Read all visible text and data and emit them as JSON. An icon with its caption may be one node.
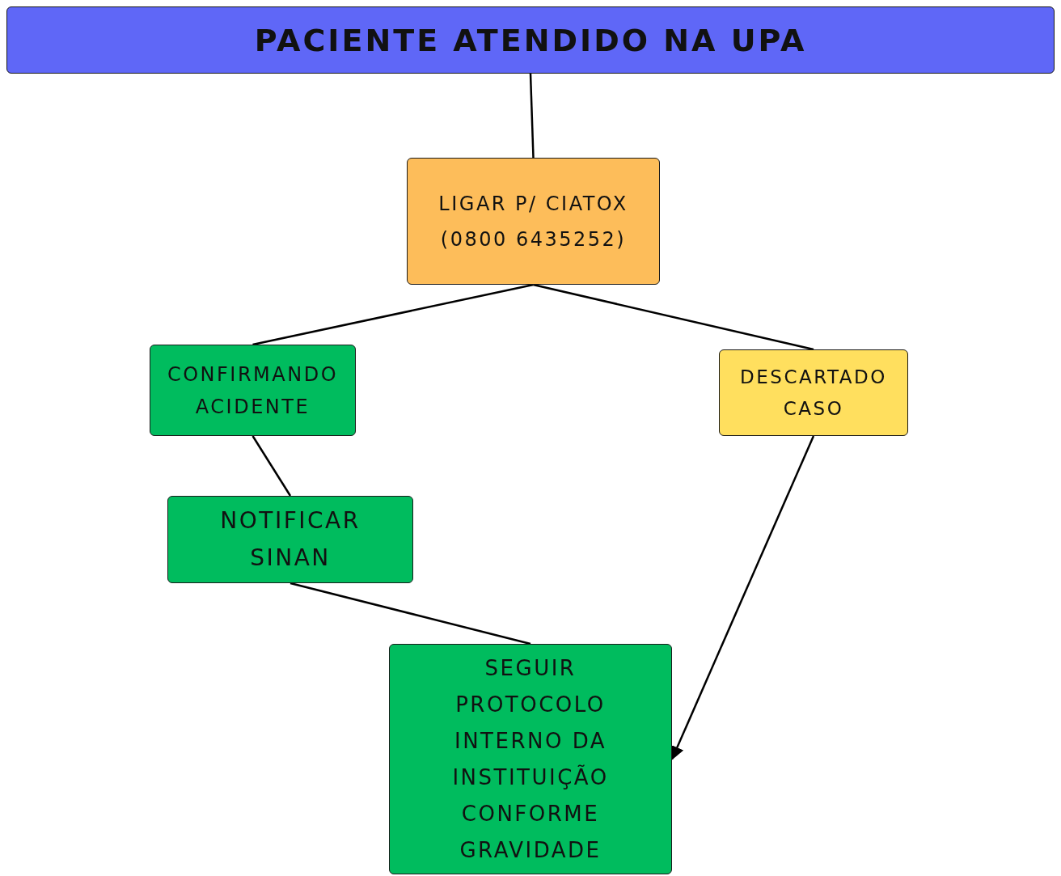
{
  "diagram": {
    "nodes": [
      {
        "text": [
          "PACIENTE ATENDIDO NA UPA"
        ]
      },
      {
        "text": [
          "LIGAR P/ CIATOX (0800 6435252)"
        ]
      },
      {
        "text": [
          "CONFIRMANDO ACIDENTE"
        ]
      },
      {
        "text": [
          "DESCARTADO CASO"
        ]
      },
      {
        "text": [
          "NOTIFICAR SINAN"
        ]
      },
      {
        "text": [
          "SEGUIR PROTOCOLO INTERNO DA INSTITUIÇÃO CONFORME GRAVIDADE"
        ]
      }
    ],
    "edges": [
      {
        "from": 0,
        "to": 1,
        "arrow": "none"
      },
      {
        "from": 1,
        "to": 2,
        "arrow": "none"
      },
      {
        "from": 1,
        "to": 3,
        "arrow": "none"
      },
      {
        "from": 2,
        "to": 4,
        "arrow": "none"
      },
      {
        "from": 4,
        "to": 5,
        "arrow": "none"
      },
      {
        "from": 3,
        "to": 5,
        "arrow": "to"
      }
    ]
  }
}
